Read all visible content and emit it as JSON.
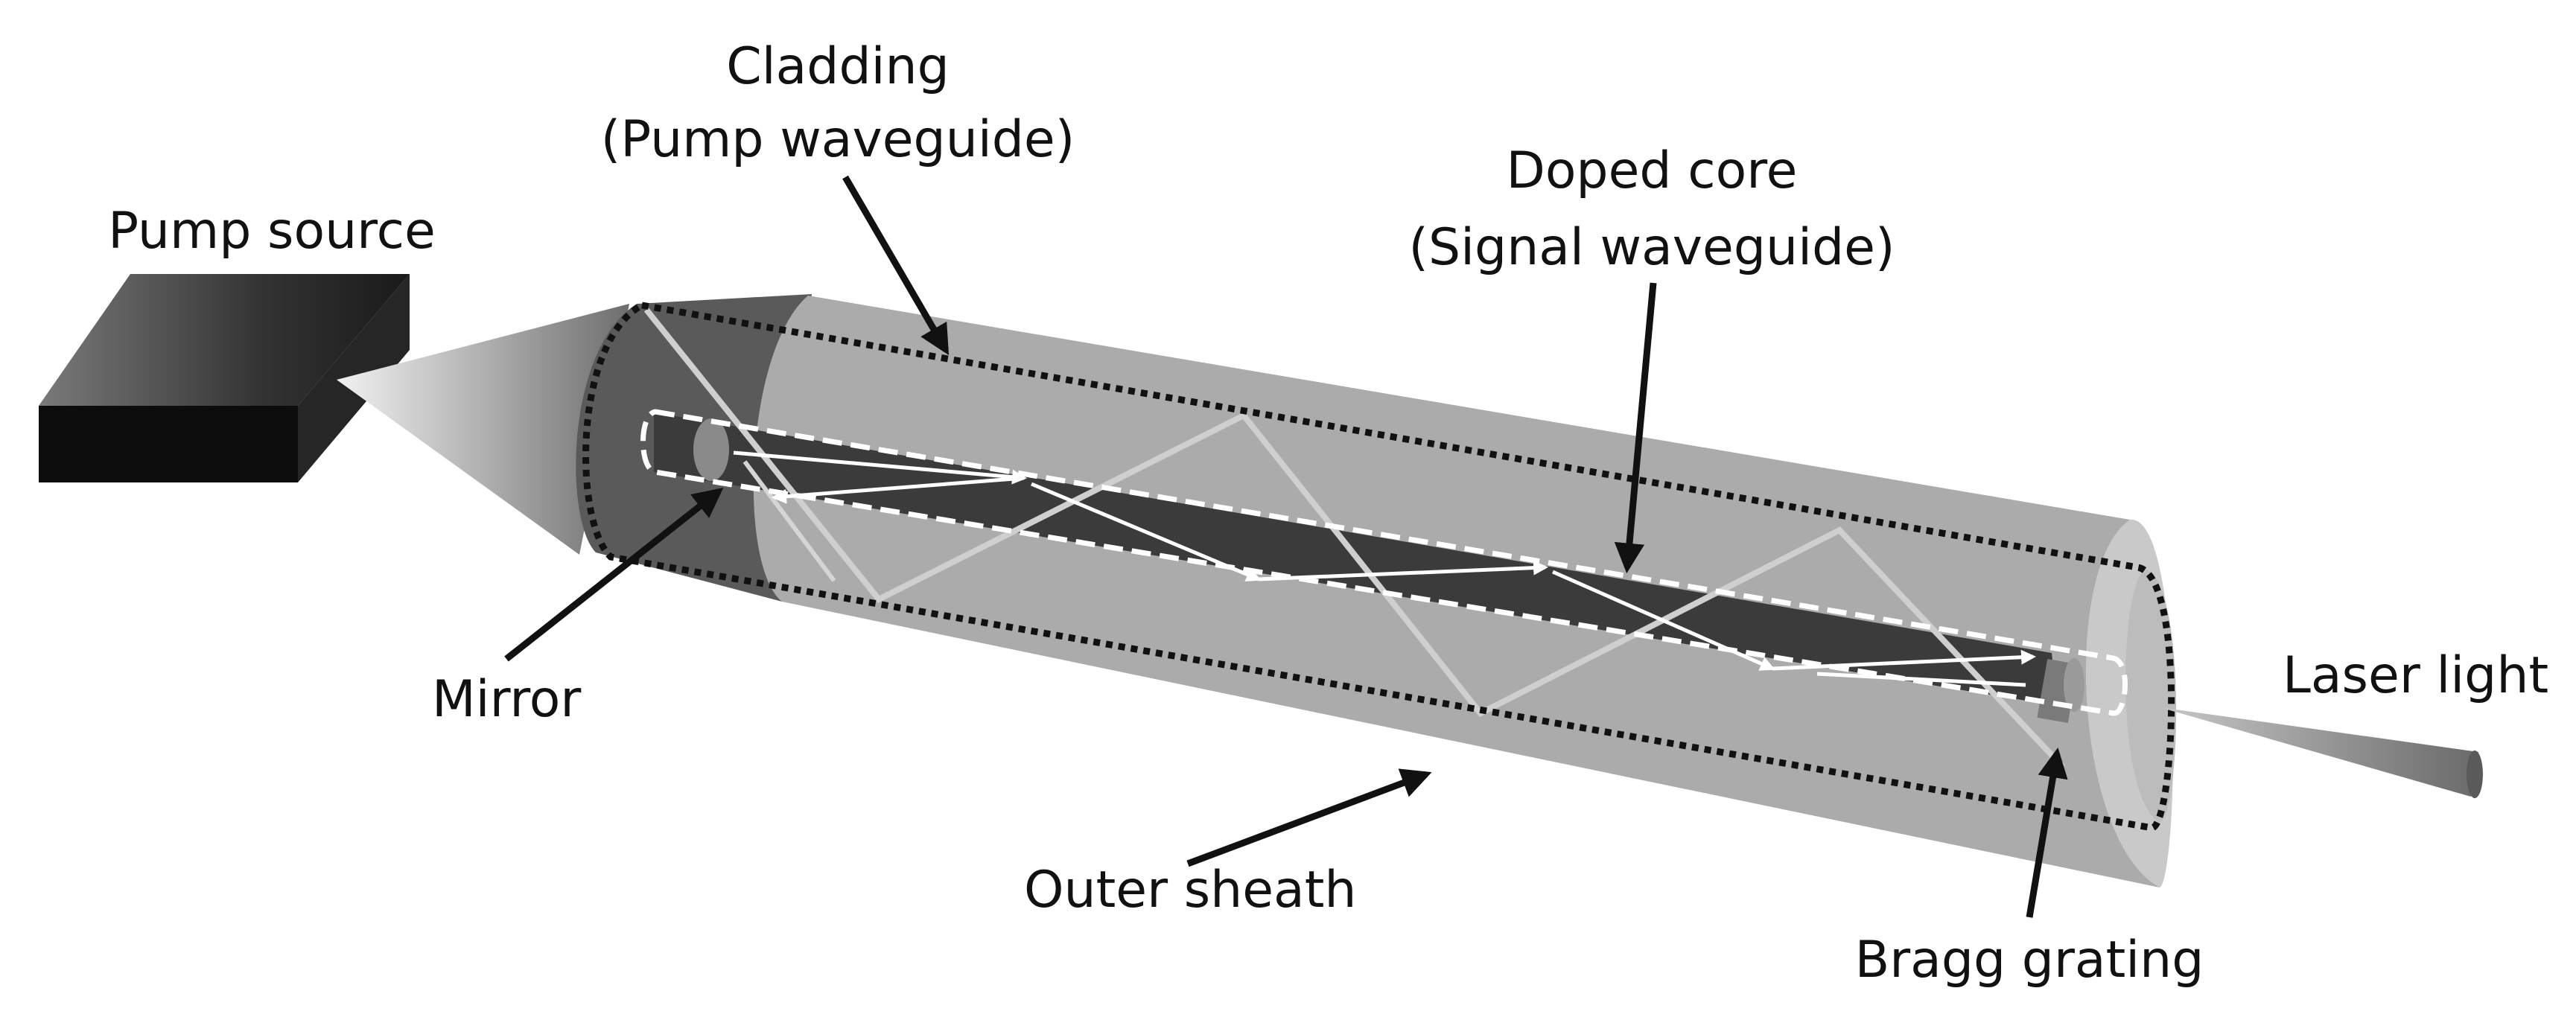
{
  "labels": {
    "pump_source": "Pump source",
    "cladding_line1": "Cladding",
    "cladding_line2": "(Pump waveguide)",
    "core_line1": "Doped core",
    "core_line2": "(Signal waveguide)",
    "mirror": "Mirror",
    "outer_sheath": "Outer sheath",
    "bragg_grating": "Bragg grating",
    "laser_light": "Laser light"
  },
  "colors": {
    "background": "#ffffff",
    "sheath": "#ababab",
    "sheath_end": "#c9c9c9",
    "core": "#3b3b3b",
    "pump_rays": "#cfcfcf",
    "signal_rays": "#ffffff",
    "outline_dotted": "#111111"
  }
}
